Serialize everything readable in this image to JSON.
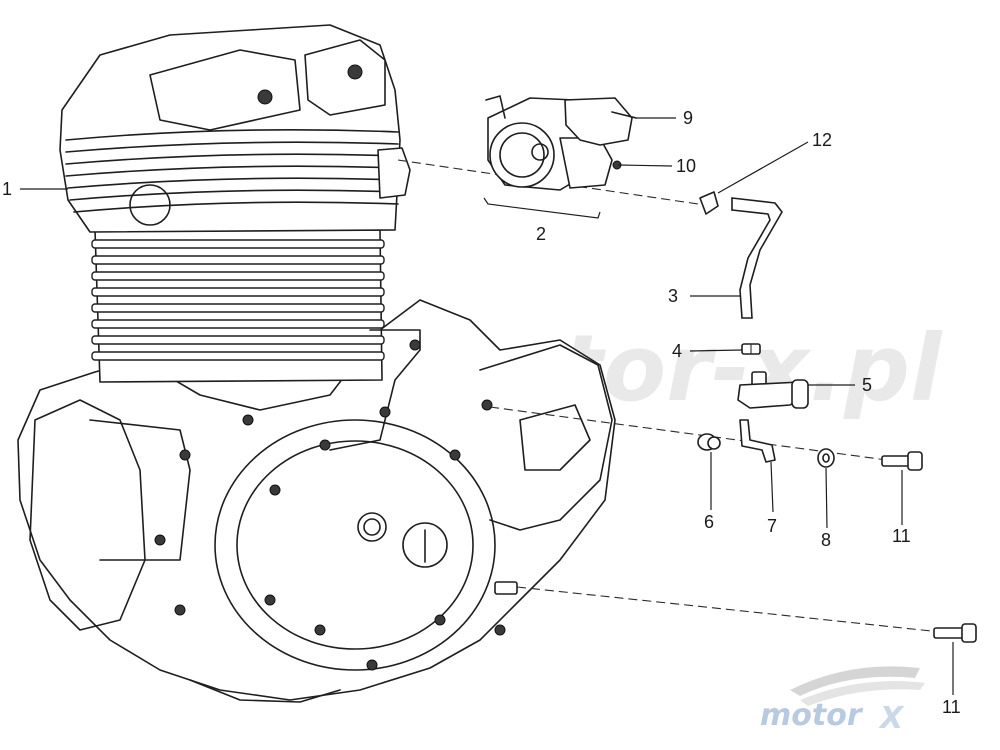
{
  "watermark": {
    "text": "motor-x.pl"
  },
  "logo": {
    "text": "motor",
    "letter": "X"
  },
  "callouts": [
    {
      "label": "1"
    },
    {
      "label": "2"
    },
    {
      "label": "3"
    },
    {
      "label": "4"
    },
    {
      "label": "5"
    },
    {
      "label": "6"
    },
    {
      "label": "7"
    },
    {
      "label": "8"
    },
    {
      "label": "9"
    },
    {
      "label": "10"
    },
    {
      "label": "11"
    },
    {
      "label": "11"
    },
    {
      "label": "12"
    }
  ],
  "colors": {
    "line": "#1e1e1e",
    "watermark": "#d8d8d8",
    "logo_blue": "#9fb9d8",
    "logo_grey": "#c8c8c8"
  }
}
